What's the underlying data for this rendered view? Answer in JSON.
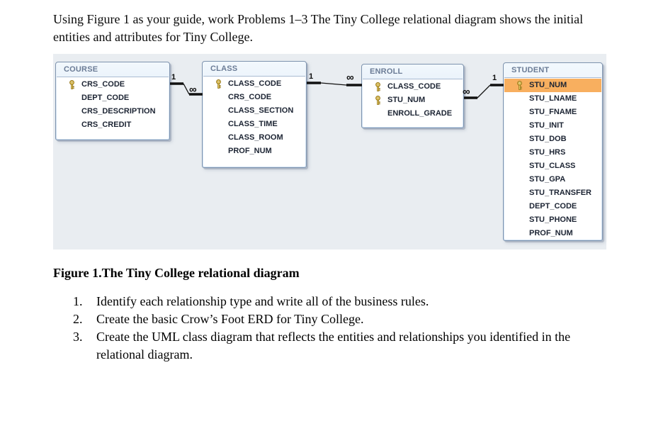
{
  "page": {
    "intro": "Using Figure 1 as your guide, work Problems 1–3 The Tiny College relational diagram shows the initial entities and attributes for Tiny College.",
    "figure_caption": "Figure 1.The Tiny College relational diagram",
    "problems": [
      {
        "num": "1.",
        "text": "Identify each relationship type and write all of the business rules."
      },
      {
        "num": "2.",
        "text": "Create the basic Crow’s Foot ERD for Tiny College."
      },
      {
        "num": "3.",
        "text": "Create the UML class diagram that reflects the entities and relationships you identified in the relational diagram."
      }
    ]
  },
  "diagram": {
    "tables": [
      {
        "name": "COURSE",
        "fields": [
          {
            "name": "CRS_CODE",
            "key": true
          },
          {
            "name": "DEPT_CODE",
            "key": false
          },
          {
            "name": "CRS_DESCRIPTION",
            "key": false
          },
          {
            "name": "CRS_CREDIT",
            "key": false
          }
        ]
      },
      {
        "name": "CLASS",
        "fields": [
          {
            "name": "CLASS_CODE",
            "key": true
          },
          {
            "name": "CRS_CODE",
            "key": false
          },
          {
            "name": "CLASS_SECTION",
            "key": false
          },
          {
            "name": "CLASS_TIME",
            "key": false
          },
          {
            "name": "CLASS_ROOM",
            "key": false
          },
          {
            "name": "PROF_NUM",
            "key": false
          }
        ]
      },
      {
        "name": "ENROLL",
        "fields": [
          {
            "name": "CLASS_CODE",
            "key": true
          },
          {
            "name": "STU_NUM",
            "key": true
          },
          {
            "name": "ENROLL_GRADE",
            "key": false
          }
        ]
      },
      {
        "name": "STUDENT",
        "fields": [
          {
            "name": "STU_NUM",
            "key": true,
            "highlighted": true
          },
          {
            "name": "STU_LNAME",
            "key": false
          },
          {
            "name": "STU_FNAME",
            "key": false
          },
          {
            "name": "STU_INIT",
            "key": false
          },
          {
            "name": "STU_DOB",
            "key": false
          },
          {
            "name": "STU_HRS",
            "key": false
          },
          {
            "name": "STU_CLASS",
            "key": false
          },
          {
            "name": "STU_GPA",
            "key": false
          },
          {
            "name": "STU_TRANSFER",
            "key": false
          },
          {
            "name": "DEPT_CODE",
            "key": false
          },
          {
            "name": "STU_PHONE",
            "key": false
          },
          {
            "name": "PROF_NUM",
            "key": false
          }
        ]
      }
    ],
    "connectors": [
      {
        "from": "COURSE",
        "to": "CLASS",
        "from_label": "1",
        "to_label": "∞"
      },
      {
        "from": "CLASS",
        "to": "ENROLL",
        "from_label": "1",
        "to_label": "∞"
      },
      {
        "from": "ENROLL",
        "to": "STUDENT",
        "from_label": "∞",
        "to_label": "1"
      }
    ],
    "colors": {
      "panel_background": "#E9EDF1",
      "entity_border": "#7E93AE",
      "header_gradient_top": "#F2F8FD",
      "header_gradient_bottom": "#CFE0F2",
      "header_text": "#6B7C96",
      "field_text": "#1C2433",
      "highlight_row": "#F8AF5F",
      "key_gold": "#EFD269",
      "connector_line": "#111111"
    }
  }
}
